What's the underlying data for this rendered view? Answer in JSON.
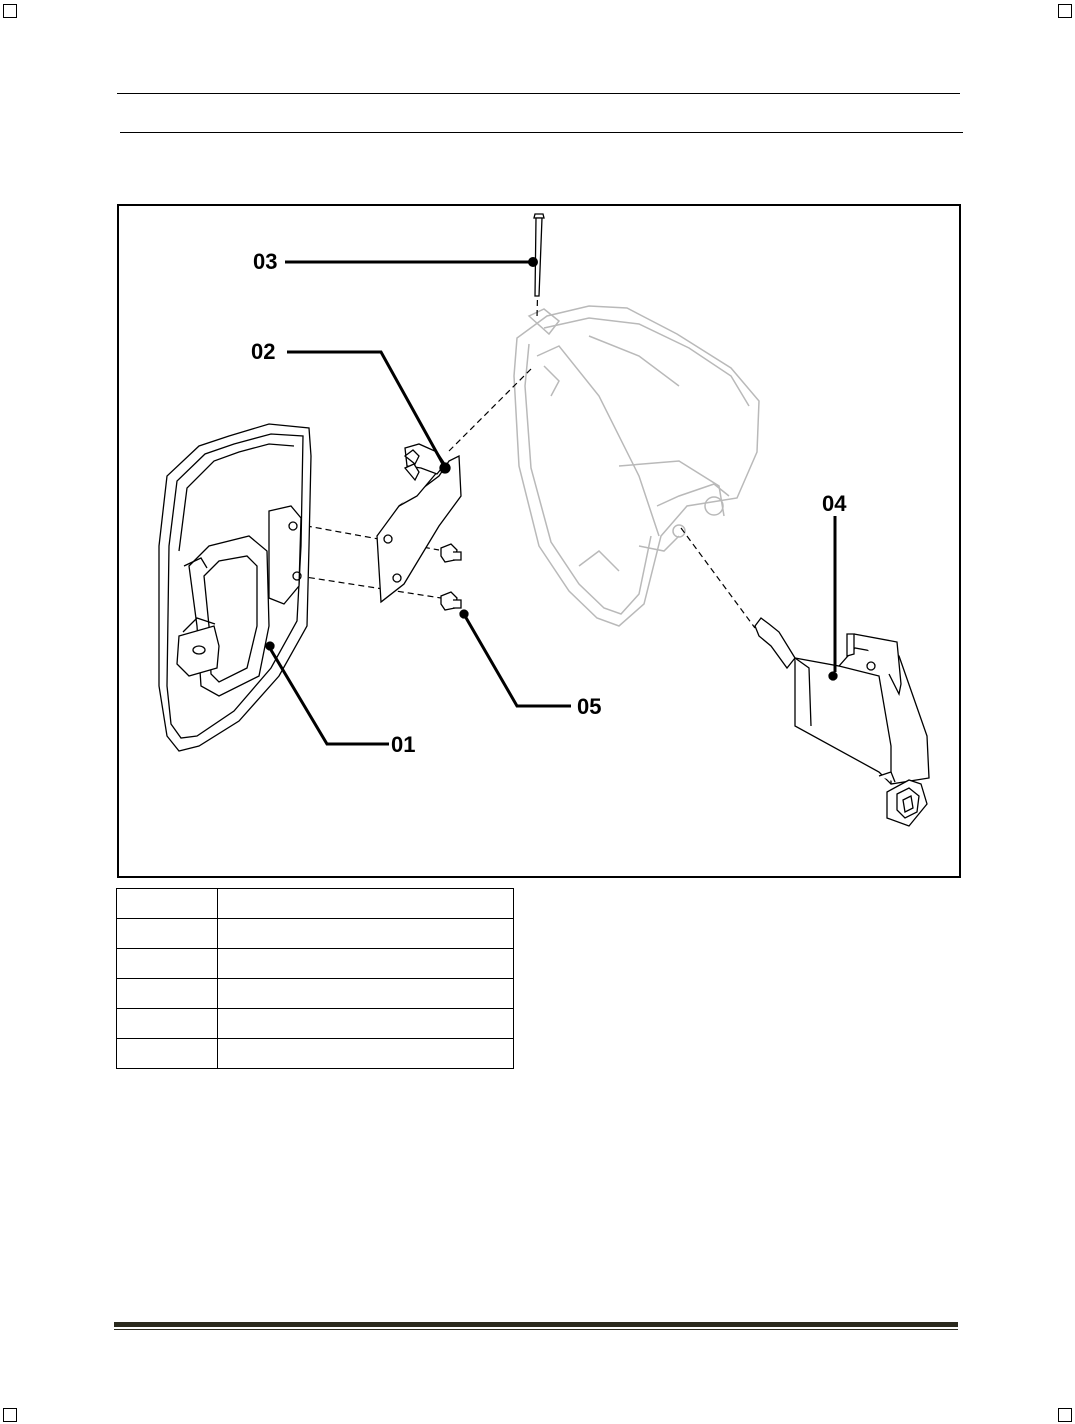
{
  "callouts": {
    "c01": "01",
    "c02": "02",
    "c03": "03",
    "c04": "04",
    "c05": "05"
  },
  "parts_table": {
    "rows": [
      [
        "",
        ""
      ],
      [
        "",
        ""
      ],
      [
        "",
        ""
      ],
      [
        "",
        ""
      ],
      [
        "",
        ""
      ],
      [
        "",
        ""
      ]
    ]
  },
  "colors": {
    "line": "#000000",
    "ghost_part": "#b9b9b9",
    "footer_rule": "#2b2a1e"
  }
}
